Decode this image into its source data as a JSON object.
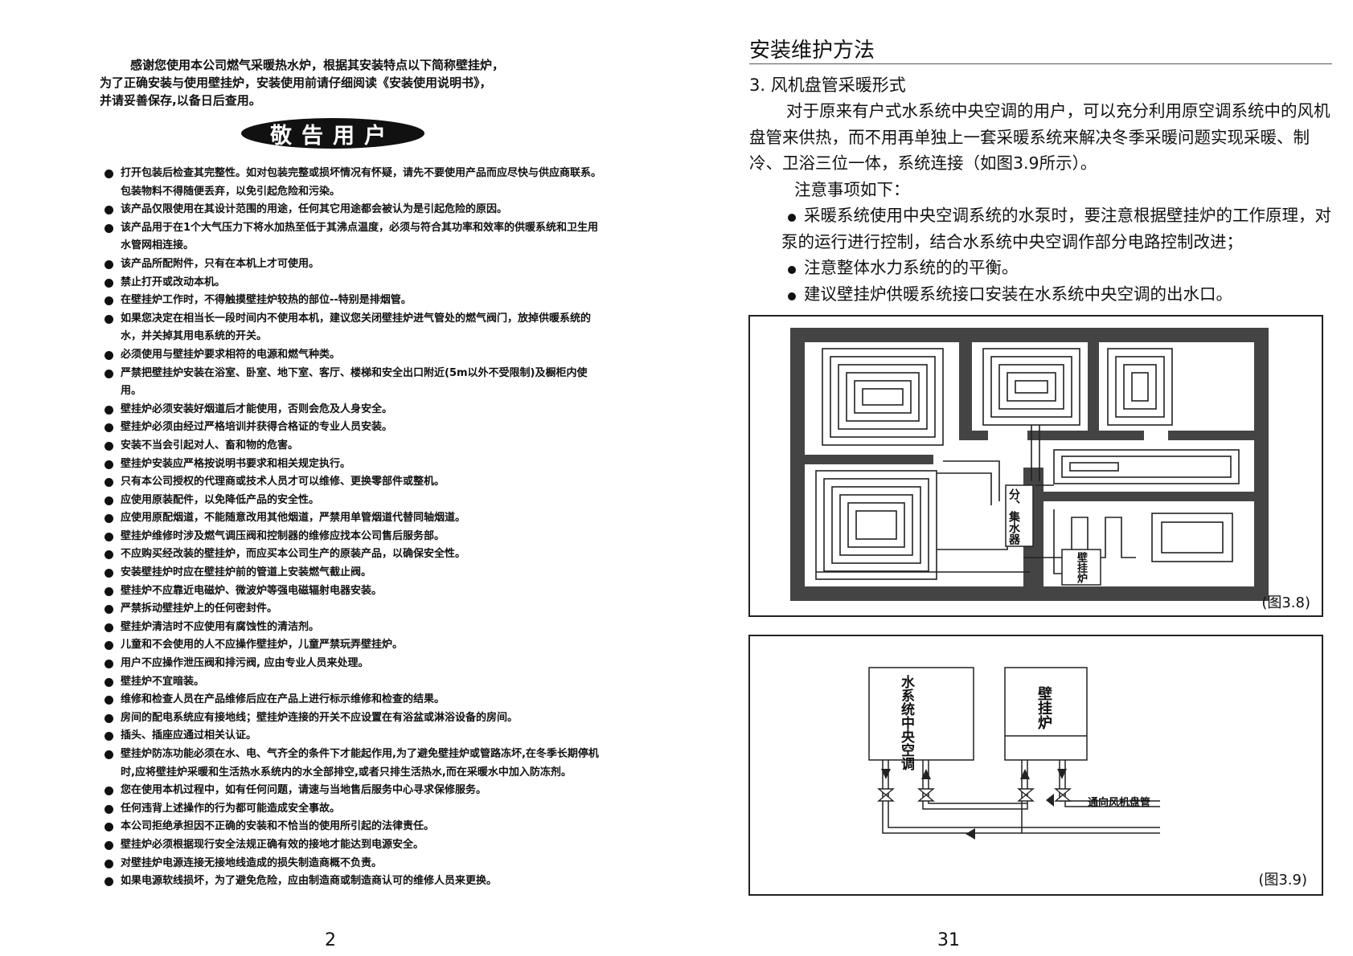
{
  "left": {
    "intro_lines": [
      "感谢您使用本公司燃气采暖热水炉，根据其安装特点以下简称壁挂炉，",
      "为了正确安装与使用壁挂炉，安装使用前请仔细阅读《安装使用说明书》，",
      "并请妥善保存,以备日后查用。"
    ],
    "banner": "敬告用户",
    "warnings": [
      "打开包装后检查其完整性。如对包装完整或损坏情况有怀疑，请先不要使用产品而应尽快与供应商联系。包装物料不得随便丢弃，以免引起危险和污染。",
      "该产品仅限使用在其设计范围的用途，任何其它用途都会被认为是引起危险的原因。",
      "该产品用于在1个大气压力下将水加热至低于其沸点温度，必须与符合其功率和效率的供暖系统和卫生用水管网相连接。",
      "该产品所配附件，只有在本机上才可使用。",
      "禁止打开或改动本机。",
      "在壁挂炉工作时，不得触摸壁挂炉较热的部位--特别是排烟管。",
      "如果您决定在相当长一段时间内不使用本机，建议您关闭壁挂炉进气管处的燃气阀门，放掉供暖系统的水，并关掉其用电系统的开关。",
      "必须使用与壁挂炉要求相符的电源和燃气种类。",
      "严禁把壁挂炉安装在浴室、卧室、地下室、客厅、楼梯和安全出口附近(5m以外不受限制)及橱柜内使用。",
      "壁挂炉必须安装好烟道后才能使用，否则会危及人身安全。",
      "壁挂炉必须由经过严格培训并获得合格证的专业人员安装。",
      "安装不当会引起对人、畜和物的危害。",
      "壁挂炉安装应严格按说明书要求和相关规定执行。",
      "只有本公司授权的代理商或技术人员才可以维修、更换零部件或整机。",
      "应使用原装配件，以免降低产品的安全性。",
      "应使用原配烟道，不能随意改用其他烟道，严禁用单管烟道代替同轴烟道。",
      "壁挂炉维修时涉及燃气调压阀和控制器的维修应找本公司售后服务部。",
      "不应购买经改装的壁挂炉，而应买本公司生产的原装产品，以确保安全性。",
      "安装壁挂炉时应在壁挂炉前的管道上安装燃气截止阀。",
      "壁挂炉不应靠近电磁炉、微波炉等强电磁辐射电器安装。",
      "严禁拆动壁挂炉上的任何密封件。",
      "壁挂炉清洁时不应使用有腐蚀性的清洁剂。",
      "儿童和不会使用的人不应操作壁挂炉，儿童严禁玩弄壁挂炉。",
      "用户不应操作泄压阀和排污阀, 应由专业人员来处理。",
      "壁挂炉不宜暗装。",
      "维修和检查人员在产品维修后应在产品上进行标示维修和检查的结果。",
      "房间的配电系统应有接地线；壁挂炉连接的开关不应设置在有浴盆或淋浴设备的房间。",
      "插头、插座应通过相关认证。",
      "壁挂炉防冻功能必须在水、电、气齐全的条件下才能起作用,为了避免壁挂炉或管路冻坏,在冬季长期停机时,应将壁挂炉采暖和生活热水系统内的水全部排空,或者只排生活热水,而在采暖水中加入防冻剂。",
      "您在使用本机过程中，如有任何问题，请速与当地售后服务中心寻求保修服务。",
      "任何违背上述操作的行为都可能造成安全事故。",
      "本公司拒绝承担因不正确的安装和不恰当的使用所引起的法律责任。",
      "壁挂炉必须根据现行安全法规正确有效的接地才能达到电源安全。",
      "对壁挂炉电源连接无接地线造成的损失制造商概不负责。",
      "如果电源软线损坏，为了避免危险，应由制造商或制造商认可的维修人员来更换。"
    ],
    "page_number": "2"
  },
  "right": {
    "title": "安装维护方法",
    "subsection": "3. 风机盘管采暖形式",
    "paragraph": "对于原来有户式水系统中央空调的用户，可以充分利用原空调系统中的风机盘管来供热，而不用再单独上一套采暖系统来解决冬季采暖问题实现采暖、制冷、卫浴三位一体，系统连接（如图3.9所示）。",
    "note_heading": "注意事项如下：",
    "notes": [
      "采暖系统使用中央空调系统的水泵时，要注意根据壁挂炉的工作原理，对泵的运行进行控制，结合水系统中央空调作部分电路控制改进；",
      "注意整体水力系统的的平衡。",
      "建议壁挂炉供暖系统接口安装在水系统中央空调的出水口。"
    ],
    "fig38": {
      "manifold_label": "分、集水器",
      "boiler_label": "壁挂炉",
      "caption": "(图3.8)"
    },
    "fig39": {
      "ac_label": "水系统中央空调",
      "boiler_label": "壁挂炉",
      "pipe_label": "通向风机盘管",
      "caption": "(图3.9)"
    },
    "page_number": "31"
  }
}
